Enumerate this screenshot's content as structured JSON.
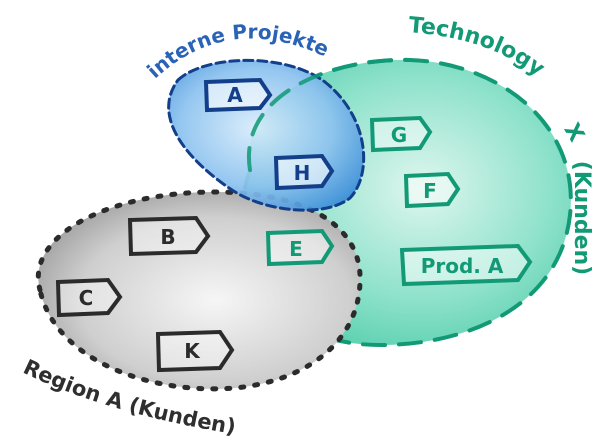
{
  "diagram": {
    "sets": {
      "internal": {
        "label": "interne Projekte",
        "fill": "#5fa8e6",
        "stroke": "#123e8a"
      },
      "technology": {
        "label_line": "Technology",
        "label_x": "X",
        "label_vertical": "(Kunden)",
        "fill": "#55d3b2",
        "stroke": "#129a77"
      },
      "region": {
        "label": "Region A (Kunden)",
        "fill": "#c9c9c9",
        "stroke": "#2b2b2b"
      }
    },
    "items": {
      "a": {
        "label": "A",
        "color": "#123e8a"
      },
      "h": {
        "label": "H",
        "color": "#123e8a"
      },
      "g": {
        "label": "G",
        "color": "#129a77"
      },
      "f": {
        "label": "F",
        "color": "#129a77"
      },
      "e": {
        "label": "E",
        "color": "#129a77"
      },
      "produkt": {
        "label": "Prod. A",
        "color": "#129a77"
      },
      "b": {
        "label": "B",
        "color": "#2b2b2b"
      },
      "c": {
        "label": "C",
        "color": "#2b2b2b"
      },
      "k": {
        "label": "K",
        "color": "#2b2b2b"
      }
    }
  }
}
